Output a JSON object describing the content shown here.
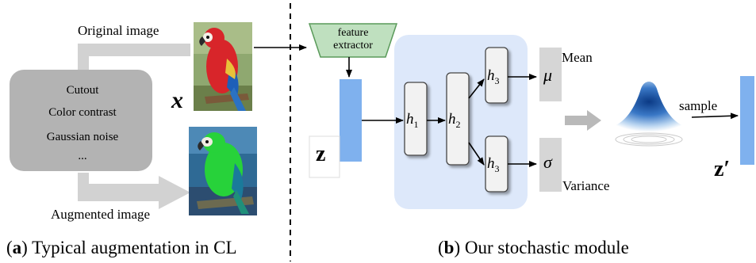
{
  "panel_a": {
    "original_label": "Original image",
    "augmented_label": "Augmented image",
    "augmentations": [
      "Cutout",
      "Color contrast",
      "Gaussian noise",
      "..."
    ],
    "x_symbol": "x",
    "caption_letter": "a",
    "caption_text": " Typical augmentation in CL"
  },
  "panel_b": {
    "extractor_line1": "feature",
    "extractor_line2": "extractor",
    "z_symbol": "z",
    "h1": "h",
    "h1_sub": "1",
    "h2": "h",
    "h2_sub": "2",
    "h3": "h",
    "h3_sub": "3",
    "mu": "μ",
    "sigma": "σ",
    "mean_label": "Mean",
    "variance_label": "Variance",
    "sample_label": "sample",
    "zprime_symbol": "z′",
    "caption_letter": "b",
    "caption_text": " Our stochastic module"
  },
  "colors": {
    "aug_box": "#b3b3b3",
    "gray_arrow": "#d2d2d2",
    "extractor_fill": "#bfe0bf",
    "extractor_stroke": "#5a9a5a",
    "z_bar": "#7fb1ee",
    "mlp_bg": "#dde8fa",
    "node_fill": "#f2f2f2",
    "param_fill": "#d6d6d6"
  }
}
